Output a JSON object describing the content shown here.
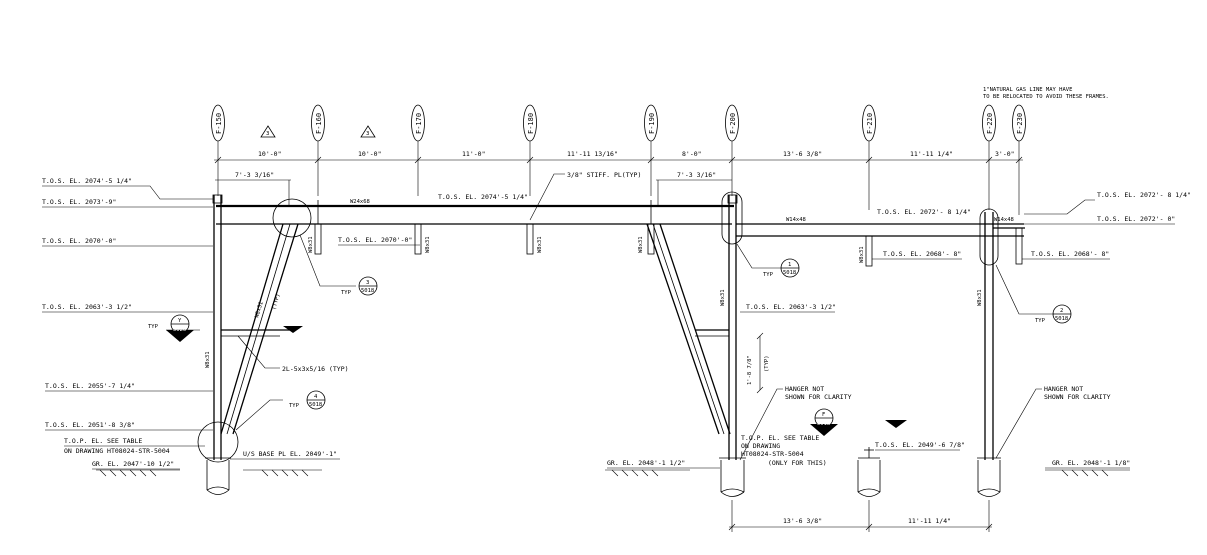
{
  "note": {
    "line1": "1\"NATURAL GAS LINE MAY HAVE",
    "line2": "TO BE RELOCATED TO AVOID THESE FRAMES."
  },
  "grid_lines": [
    "F-150",
    "F-160",
    "F-170",
    "F-180",
    "F-190",
    "F-200",
    "F-210",
    "F-220",
    "F-230"
  ],
  "revision_marks": [
    "3",
    "3"
  ],
  "top_dimensions": [
    "10'-0\"",
    "10'-0\"",
    "11'-0\"",
    "11'-11 13/16\"",
    "8'-0\"",
    "13'-6 3/8\"",
    "11'-11 1/4\"",
    "3'-0\""
  ],
  "sub_dimensions": [
    "7'-3 3/16\"",
    "7'-3 3/16\""
  ],
  "bottom_dimensions": [
    "13'-6 3/8\"",
    "11'-11 1/4\""
  ],
  "elevations_left": [
    "T.O.S. EL. 2074'-5 1/4\"",
    "T.O.S. EL. 2073'-9\"",
    "T.O.S. EL. 2070'-0\"",
    "T.O.S. EL. 2063'-3 1/2\"",
    "T.O.S. EL. 2055'-7 1/4\"",
    "T.O.S. EL. 2051'-8 3/8\"",
    "T.O.P. EL. SEE TABLE",
    "ON DRAWING HT08024-STR-5004",
    "GR. EL. 2047'-10 1/2\""
  ],
  "elevations_mid": {
    "tos_2070": "T.O.S. EL. 2070'-0\"",
    "tos_2074": "T.O.S. EL. 2074'-5 1/4\"",
    "stiff_pl": "3/8\" STIFF. PL(TYP)",
    "tos_2063": "T.O.S. EL. 2063'-3 1/2\"",
    "base_pl": "U/S BASE PL EL. 2049'-1\"",
    "brace_angle": "2L-5x3x5/16 (TYP)",
    "gr_2048": "GR. EL. 2048'-1 1/2\"",
    "top_see_table": "T.O.P. EL. SEE TABLE",
    "on_drawing": "ON DRAWING",
    "drawing_no": "HT08024-STR-5004",
    "only_for_this": "(ONLY FOR THIS)",
    "hanger_1": "HANGER NOT",
    "hanger_2": "SHOWN FOR CLARITY",
    "vert_dim": "1'-8 7/8\"",
    "vert_typ": "(TYP)"
  },
  "elevations_right": {
    "tos_2072_8": "T.O.S. EL. 2072'- 8 1/4\"",
    "tos_2072_0": "T.O.S. EL. 2072'- 0\"",
    "tos_2068_a": "T.O.S. EL. 2068'- 8\"",
    "tos_2068_b": "T.O.S. EL. 2068'- 8\"",
    "tos_2049": "T.O.S. EL. 2049'-6 7/8\"",
    "gr_2048": "GR. EL. 2048'-1 1/8\"",
    "hanger_1": "HANGER NOT",
    "hanger_2": "SHOWN FOR CLARITY"
  },
  "member_sizes": {
    "beam_main": "W24x68",
    "beam_right": "W14x48",
    "beam_far": "W14x48",
    "column": "W8x31",
    "brace": "W8x31",
    "brace_typ": "(TYP)"
  },
  "callouts": [
    {
      "num": "3",
      "sheet": "5018",
      "tag": "TYP"
    },
    {
      "num": "4",
      "sheet": "5018",
      "tag": "TYP"
    },
    {
      "num": "1",
      "sheet": "5018",
      "tag": "TYP"
    },
    {
      "num": "2",
      "sheet": "5018",
      "tag": "TYP"
    }
  ],
  "section_marks": [
    {
      "num": "Y",
      "sheet": "5020",
      "tag": "TYP"
    },
    {
      "num": "F",
      "sheet": "5018",
      "tag": ""
    }
  ]
}
